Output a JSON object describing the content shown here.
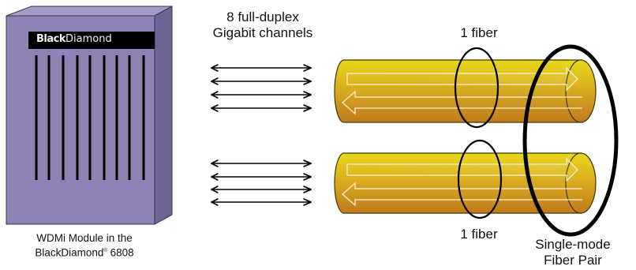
{
  "chassis": {
    "brand_bold": "Black",
    "brand_light": "Diamond",
    "caption_line1": "WDMi Module in the",
    "caption_line2_name": "BlackDiamond",
    "caption_line2_mark": "®",
    "caption_line2_model": " 6808",
    "body_color": "#8e83b4",
    "top_color": "#a59cc8",
    "side_color": "#6e6494"
  },
  "channels": {
    "label_line1": "8 full-duplex",
    "label_line2": "Gigabit channels"
  },
  "fibers": {
    "top_label": "1 fiber",
    "bottom_label": "1 fiber",
    "gradient_top": "#e8d81a",
    "gradient_bottom": "#c07a1c"
  },
  "pair": {
    "label_line1": "Single-mode",
    "label_line2": "Fiber Pair"
  }
}
